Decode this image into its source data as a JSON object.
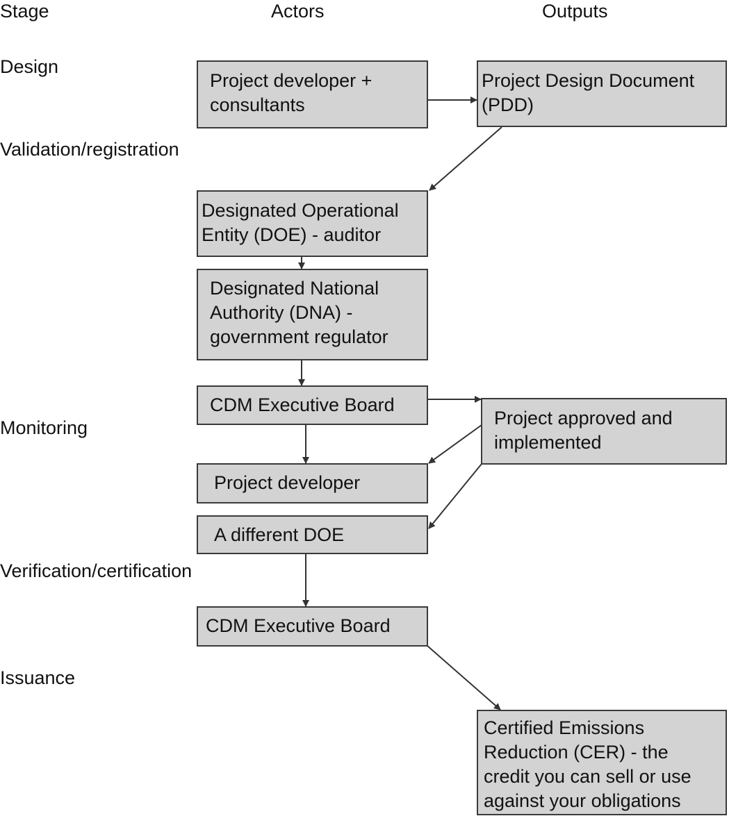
{
  "headers": {
    "stage": "Stage",
    "actors": "Actors",
    "outputs": "Outputs"
  },
  "stages": {
    "design": "Design",
    "validation": "Validation/registration",
    "monitoring": "Monitoring",
    "verification": "Verification/certification",
    "issuance": "Issuance"
  },
  "boxes": {
    "developer_consultants": {
      "lines": [
        "Project developer +",
        "consultants"
      ]
    },
    "pdd": {
      "lines": [
        "Project Design Document",
        "(PDD)"
      ]
    },
    "doe_auditor": {
      "lines": [
        "Designated Operational",
        "Entity (DOE) - auditor"
      ]
    },
    "dna": {
      "lines": [
        "Designated National",
        "Authority (DNA) -",
        "government regulator"
      ]
    },
    "cdm_board_1": {
      "lines": [
        "CDM Executive Board"
      ]
    },
    "approved": {
      "lines": [
        "Project approved and",
        "implemented"
      ]
    },
    "developer": {
      "lines": [
        "Project developer"
      ]
    },
    "different_doe": {
      "lines": [
        "A different DOE"
      ]
    },
    "cdm_board_2": {
      "lines": [
        "CDM Executive Board"
      ]
    },
    "cer": {
      "lines": [
        "Certified Emissions",
        "Reduction (CER) - the",
        "credit you can sell or use",
        "against your obligations"
      ]
    }
  },
  "colors": {
    "box_fill": "#d3d3d3",
    "box_border": "#3a3a3a",
    "arrow": "#333333"
  }
}
